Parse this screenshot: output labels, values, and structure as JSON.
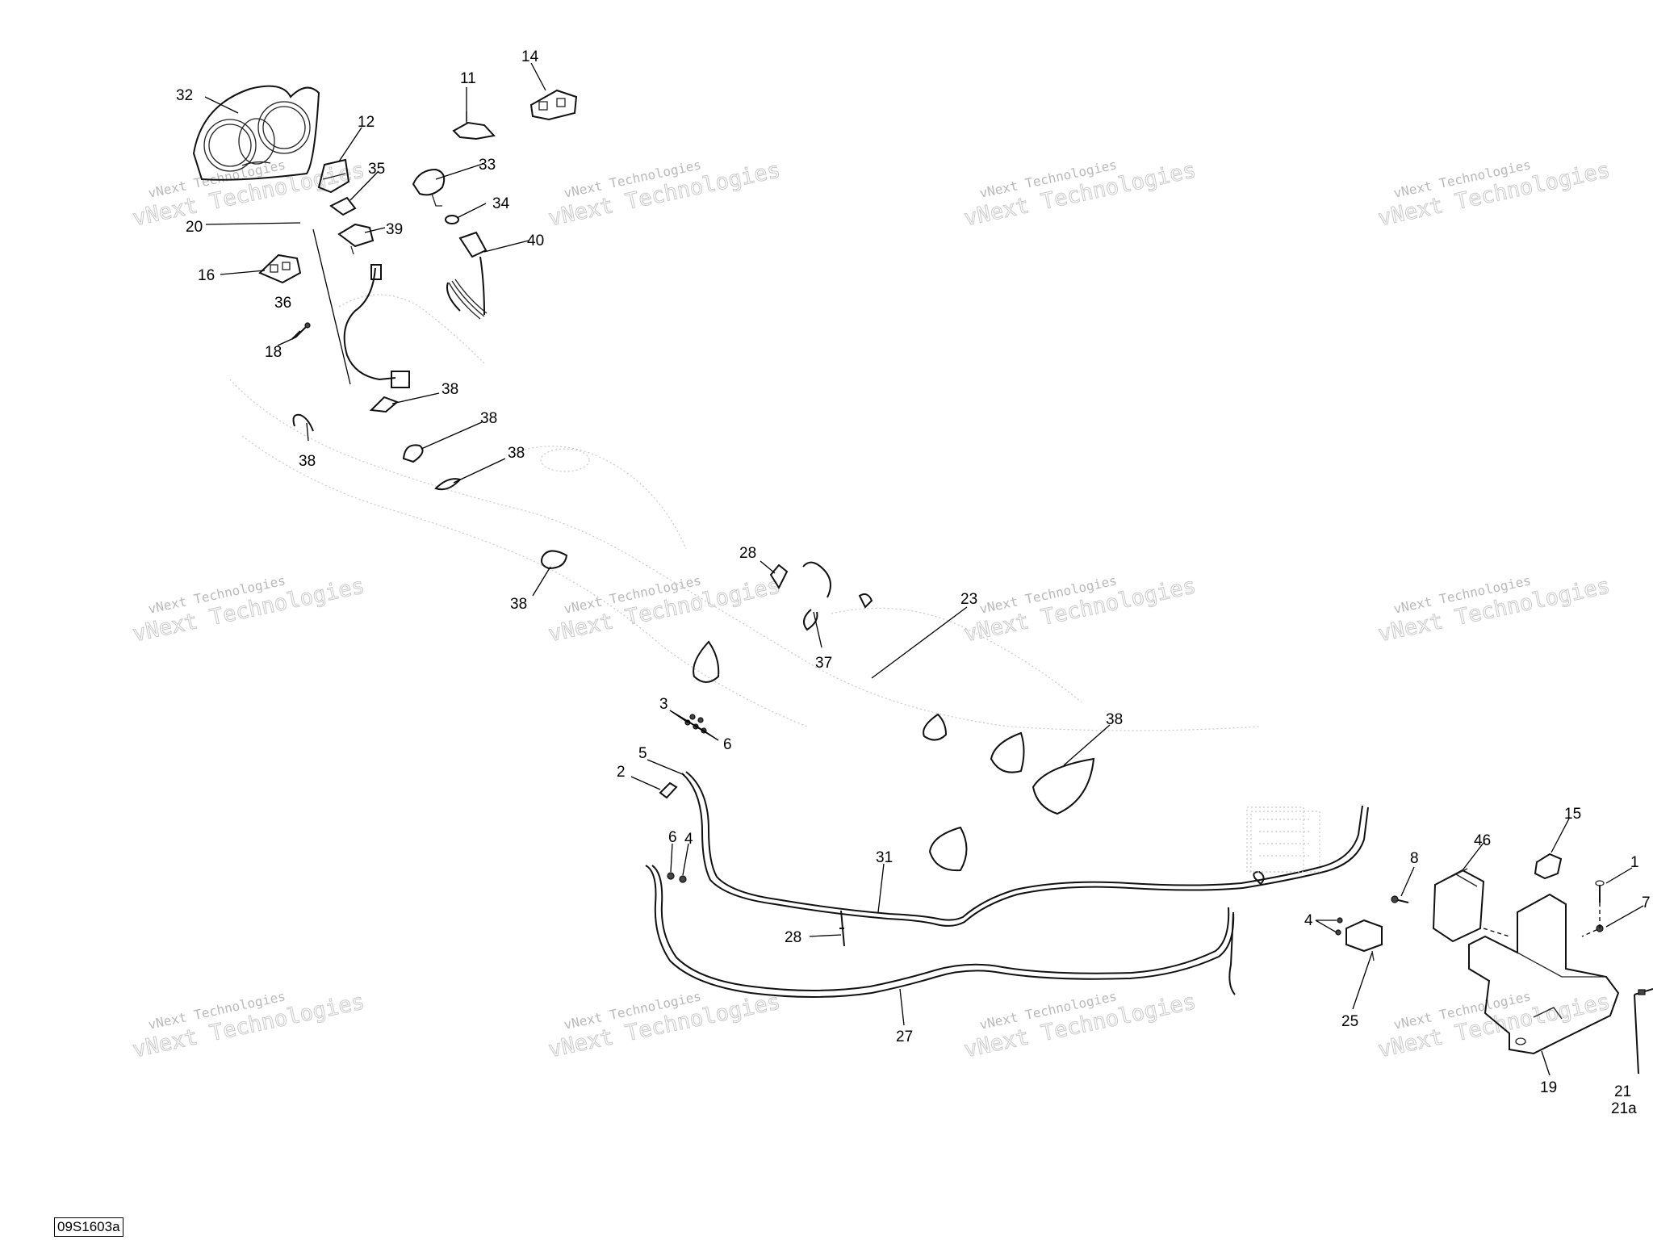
{
  "diagram_code": "09S1603a",
  "watermark": {
    "small_text": "vNext Technologies",
    "big_text": "vNext Technologies"
  },
  "callouts": {
    "c1": "1",
    "c2": "2",
    "c3": "3",
    "c4a": "4",
    "c4b": "4",
    "c5": "5",
    "c6a": "6",
    "c6b": "6",
    "c7": "7",
    "c8": "8",
    "c11": "11",
    "c12": "12",
    "c14": "14",
    "c15": "15",
    "c16": "16",
    "c18": "18",
    "c19": "19",
    "c20": "20",
    "c21": "21",
    "c21a": "21a",
    "c23": "23",
    "c25": "25",
    "c27": "27",
    "c28a": "28",
    "c28b": "28",
    "c31": "31",
    "c32": "32",
    "c33": "33",
    "c34": "34",
    "c35": "35",
    "c36": "36",
    "c37": "37",
    "c38a": "38",
    "c38b": "38",
    "c38c": "38",
    "c38d": "38",
    "c38e": "38",
    "c38f": "38",
    "c39": "39",
    "c40": "40",
    "c46": "46"
  },
  "colors": {
    "line": "#000000",
    "ghost": "#c8c8c8",
    "watermark": "#b9b9b9"
  }
}
